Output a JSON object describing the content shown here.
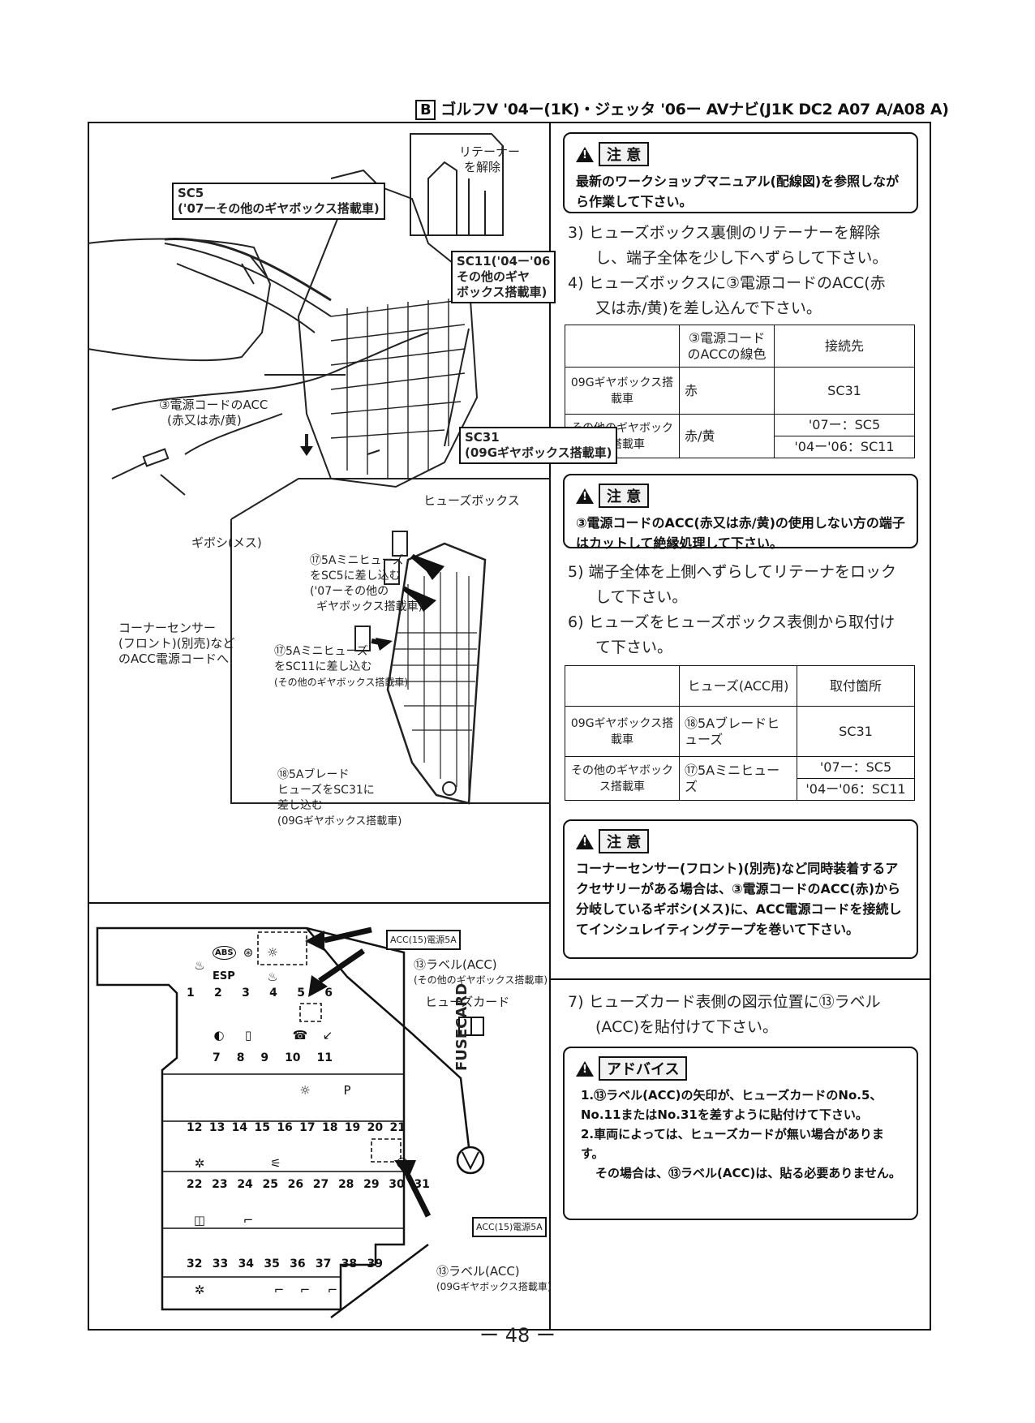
{
  "header": {
    "box_letter": "B",
    "title": "ゴルフV '04ー(1K)・ジェッタ '06ー AVナビ(J1K DC2 A07 A/A08 A)"
  },
  "cautions": {
    "caution1": {
      "label": "注 意",
      "text": "最新のワークショップマニュアル(配線図)を参照しながら作業して下さい。"
    },
    "caution2": {
      "label": "注 意",
      "text": "③電源コードのACC(赤又は赤/黄)の使用しない方の端子はカットして絶縁処理して下さい。"
    },
    "caution3": {
      "label": "注 意",
      "text": "コーナーセンサー(フロント)(別売)など同時装着するアクセサリーがある場合は、③電源コードのACC(赤)から分岐しているギボシ(メス)に、ACC電源コードを接続してインシュレイティングテープを巻いて下さい。"
    },
    "advice": {
      "label": "アドバイス",
      "item1": "1.⑬ラベル(ACC)の矢印が、ヒューズカードのNo.5、No.11またはNo.31を差すように貼付けて下さい。",
      "item2": "2.車両によっては、ヒューズカードが無い場合があります。",
      "item2b": "その場合は、⑬ラベル(ACC)は、貼る必要ありません。"
    }
  },
  "steps": {
    "s3a": "3) ヒューズボックス裏側のリテーナーを解除",
    "s3b": "し、端子全体を少し下へずらして下さい。",
    "s4a": "4) ヒューズボックスに③電源コードのACC(赤",
    "s4b": "又は赤/黄)を差し込んで下さい。",
    "s5a": "5) 端子全体を上側へずらしてリテーナをロック",
    "s5b": "して下さい。",
    "s6a": "6) ヒューズをヒューズボックス表側から取付け",
    "s6b": "て下さい。",
    "s7a": "7) ヒューズカード表側の図示位置に⑬ラベル",
    "s7b": "(ACC)を貼付けて下さい。"
  },
  "table1": {
    "h1": "③電源コードのACCの線色",
    "h2": "接続先",
    "r1c0": "09Gギヤボックス搭載車",
    "r1c1": "赤",
    "r1c2": "SC31",
    "r2c0": "その他のギヤボックス搭載車",
    "r2c1": "赤/黄",
    "r2c2a": "'07ー：SC5",
    "r2c2b": "'04ー'06：SC11"
  },
  "table2": {
    "h1": "ヒューズ(ACC用)",
    "h2": "取付箇所",
    "r1c0": "09Gギヤボックス搭載車",
    "r1c1": "⑱5Aブレードヒューズ",
    "r1c2": "SC31",
    "r2c0": "その他のギヤボックス搭載車",
    "r2c1": "⑰5Aミニヒューズ",
    "r2c2a": "'07ー：SC5",
    "r2c2b": "'04ー'06：SC11"
  },
  "diagram": {
    "retainer1": "リテーナー",
    "retainer2": "を解除",
    "sc5": "SC5",
    "sc5_note": "('07ーその他のギヤボックス搭載車)",
    "sc11": "SC11('04ー'06",
    "sc11_note1": "その他のギヤ",
    "sc11_note2": "ボックス搭載車)",
    "acc1": "③電源コードのACC",
    "acc2": "(赤又は赤/黄)",
    "sc31": "SC31",
    "sc31_note": "(09Gギヤボックス搭載車)",
    "fusebox": "ヒューズボックス",
    "gibosi": "ギボシ(メス)",
    "corner1": "コーナーセンサー",
    "corner2": "(フロント)(別売)など",
    "corner3": "のACC電源コードへ",
    "mini1a": "⑰5Aミニヒューズ",
    "mini1b": "をSC5に差し込む",
    "mini1c": "('07ーその他の",
    "mini1d": "ギヤボックス搭載車)",
    "mini2a": "⑰5Aミニヒューズ",
    "mini2b": "をSC11に差し込む",
    "mini2c": "(その他のギヤボックス搭載車)",
    "blade1": "⑱5Aブレード",
    "blade2": "ヒューズをSC31に",
    "blade3": "差し込む",
    "blade4": "(09Gギヤボックス搭載車)"
  },
  "fusecard": {
    "acc_tag": "ACC(15)電源5A",
    "label13": "⑬ラベル(ACC)",
    "label13_note": "(その他のギヤボックス搭載車)",
    "card": "ヒューズカード",
    "label13b": "⑬ラベル(ACC)",
    "label13b_note": "(09Gギヤボックス搭載車)",
    "fusecard_text": "FUSECARD",
    "esp": "ESP",
    "abs": "ABS",
    "row1": [
      "1",
      "2",
      "3",
      "4",
      "5",
      "6"
    ],
    "row2": [
      "7",
      "8",
      "9",
      "10",
      "11"
    ],
    "row3": [
      "12",
      "13",
      "14",
      "15",
      "16",
      "17",
      "18",
      "19",
      "20",
      "21"
    ],
    "row4": [
      "22",
      "23",
      "24",
      "25",
      "26",
      "27",
      "28",
      "29",
      "30",
      "31"
    ],
    "row5": [
      "32",
      "33",
      "34",
      "35",
      "36",
      "37",
      "38",
      "39"
    ]
  },
  "page_number": "ー 48 ー"
}
